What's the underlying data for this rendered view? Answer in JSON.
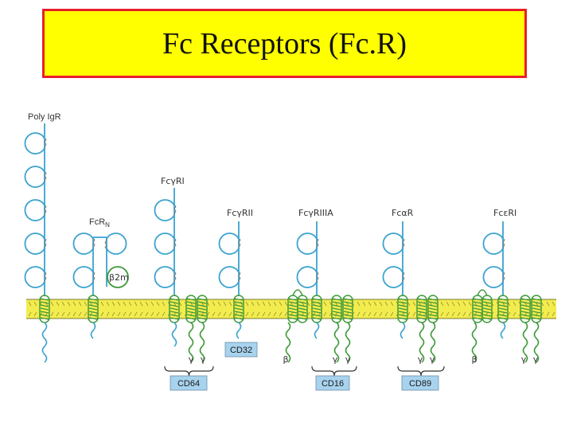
{
  "title": "Fc Receptors (Fc.R)",
  "receptors": {
    "poly_igr": "Poly IgR",
    "fcrn": {
      "main": "FcR",
      "sub": "N"
    },
    "b2m": "β2m",
    "fcgri": "FcγRI",
    "fcgrii": "FcγRII",
    "fcgriiia": "FcγRIIIA",
    "fcar": "FcαR",
    "fceri": "FcεRI"
  },
  "cd_labels": {
    "cd64": "CD64",
    "cd32": "CD32",
    "cd16": "CD16",
    "cd89": "CD89"
  },
  "chains": {
    "gamma": "γ",
    "beta": "β"
  },
  "colors": {
    "title_bg": "#ffff00",
    "title_border": "#e8202a",
    "receptor_blue": "#3aa3cf",
    "chain_green": "#3f9a3a",
    "membrane_yellow": "#f3ec4e",
    "cd_box": "#a8d3ee"
  }
}
